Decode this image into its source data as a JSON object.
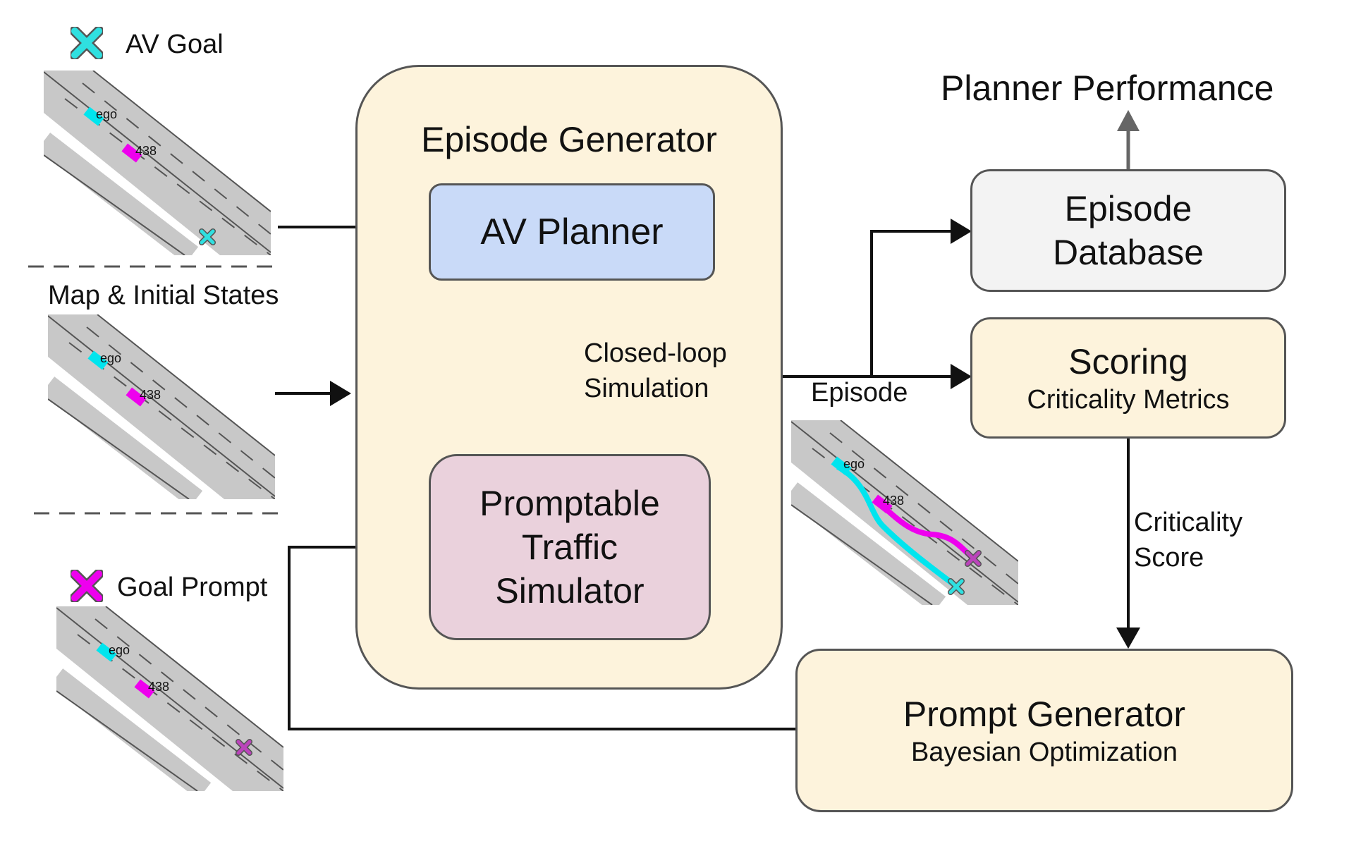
{
  "legend": {
    "av_goal": "AV Goal",
    "map_states": "Map & Initial States",
    "goal_prompt": "Goal Prompt"
  },
  "scenes": {
    "top": {
      "ego": "ego",
      "agent": "438"
    },
    "middle": {
      "ego": "ego",
      "agent": "438"
    },
    "bottom": {
      "ego": "ego",
      "agent": "438"
    },
    "episode": {
      "ego": "ego",
      "agent": "438"
    }
  },
  "episode_generator": {
    "title": "Episode Generator"
  },
  "av_planner": {
    "title": "AV Planner"
  },
  "loop_label": {
    "line1": "Closed-loop",
    "line2": "Simulation"
  },
  "simulator": {
    "line1": "Promptable",
    "line2": "Traffic",
    "line3": "Simulator"
  },
  "episode_label": "Episode",
  "episode_db": {
    "line1": "Episode",
    "line2": "Database"
  },
  "scoring": {
    "title": "Scoring",
    "subtitle": "Criticality Metrics"
  },
  "criticality_label": {
    "line1": "Criticality",
    "line2": "Score"
  },
  "prompt_generator": {
    "title": "Prompt Generator",
    "subtitle": "Bayesian Optimization"
  },
  "performance": "Planner Performance",
  "colors": {
    "ego": "#00e5ee",
    "agent": "#ee00ee",
    "road": "#c8c8c8",
    "generator_fill": "#fdf3dc",
    "planner_fill": "#c9daf8",
    "simulator_fill": "#ead1dc",
    "database_fill": "#f3f3f3"
  }
}
